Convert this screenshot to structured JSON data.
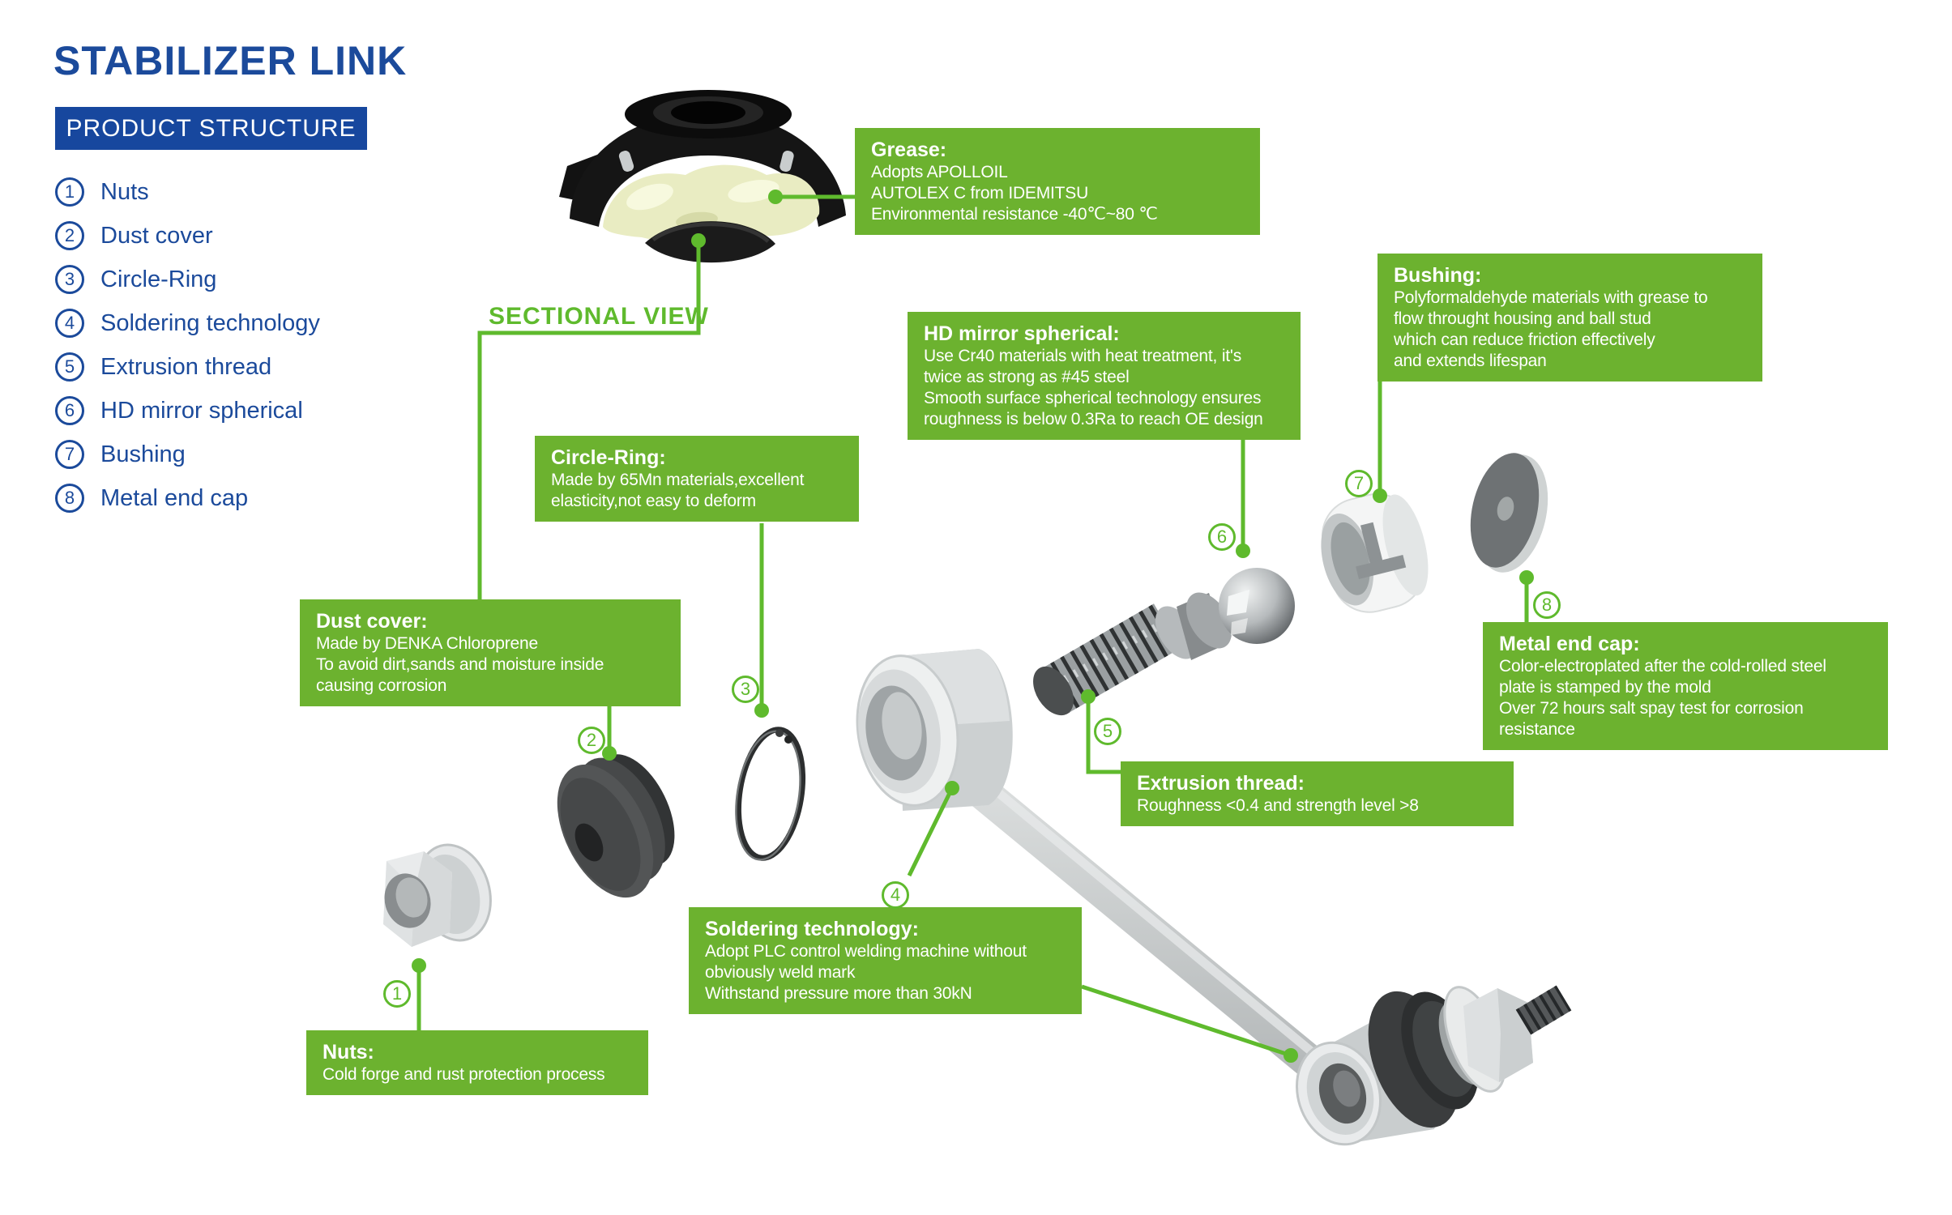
{
  "header": {
    "title": "STABILIZER LINK",
    "subtitle": "PRODUCT STRUCTURE"
  },
  "parts_list": [
    {
      "num": "1",
      "label": "Nuts"
    },
    {
      "num": "2",
      "label": "Dust cover"
    },
    {
      "num": "3",
      "label": "Circle-Ring"
    },
    {
      "num": "4",
      "label": "Soldering technology"
    },
    {
      "num": "5",
      "label": "Extrusion thread"
    },
    {
      "num": "6",
      "label": "HD mirror spherical"
    },
    {
      "num": "7",
      "label": "Bushing"
    },
    {
      "num": "8",
      "label": "Metal end cap"
    }
  ],
  "sectional_view": {
    "label": "SECTIONAL VIEW"
  },
  "callouts": {
    "grease": {
      "title": "Grease:",
      "lines": [
        "Adopts APOLLOIL",
        "AUTOLEX C from IDEMITSU",
        "Environmental resistance -40℃~80 ℃"
      ]
    },
    "bushing": {
      "title": "Bushing:",
      "lines": [
        "Polyformaldehyde materials with grease to",
        "flow throught housing and ball stud",
        "which can reduce friction effectively",
        "and extends lifespan"
      ]
    },
    "hd_mirror_spherical": {
      "title": "HD mirror spherical:",
      "lines": [
        "Use Cr40 materials with heat treatment, it's",
        "twice as strong as #45 steel",
        "Smooth surface spherical technology ensures",
        "roughness is below 0.3Ra to reach OE design"
      ]
    },
    "circle_ring": {
      "title": "Circle-Ring:",
      "lines": [
        "Made by 65Mn materials,excellent",
        "elasticity,not easy to deform"
      ]
    },
    "dust_cover": {
      "title": "Dust cover:",
      "lines": [
        "Made by DENKA Chloroprene",
        "To avoid dirt,sands and moisture inside",
        "causing corrosion"
      ]
    },
    "metal_end_cap": {
      "title": "Metal end cap:",
      "lines": [
        "Color-electroplated after the cold-rolled steel",
        "plate is stamped by the mold",
        "Over 72 hours salt spay test for corrosion",
        "resistance"
      ]
    },
    "extrusion_thread": {
      "title": "Extrusion thread:",
      "lines": [
        "Roughness <0.4 and strength level >8"
      ]
    },
    "soldering": {
      "title": "Soldering technology:",
      "lines": [
        "Adopt PLC control welding machine without",
        "obviously weld mark",
        "Withstand pressure more than 30kN"
      ]
    },
    "nuts": {
      "title": "Nuts:",
      "lines": [
        "Cold forge and rust protection process"
      ]
    }
  },
  "colors": {
    "brand_blue": "#17479e",
    "text_blue": "#1b4a9b",
    "callout_green": "#6cb22f",
    "accent_green": "#5fba2d"
  }
}
